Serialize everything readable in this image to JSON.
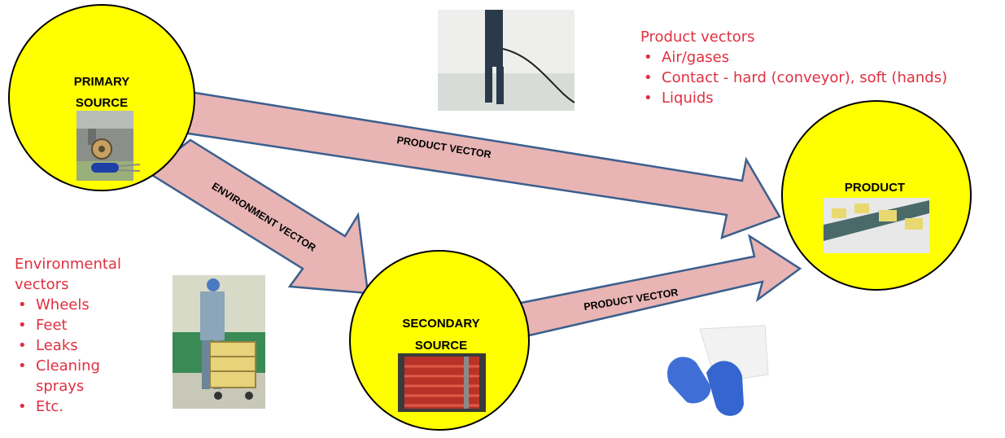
{
  "nodes": {
    "primary": {
      "line1": "PRIMARY",
      "line2": "SOURCE"
    },
    "secondary": {
      "line1": "SECONDARY",
      "line2": "SOURCE"
    },
    "product": {
      "label": "PRODUCT"
    }
  },
  "arrows": {
    "product_vector_top": "PRODUCT VECTOR",
    "environment_vector": "ENVIRONMENT VECTOR",
    "product_vector_bottom": "PRODUCT VECTOR"
  },
  "product_vectors": {
    "title": "Product vectors",
    "items": [
      "Air/gases",
      "Contact - hard (conveyor), soft (hands)",
      "Liquids"
    ]
  },
  "environmental_vectors": {
    "title_line1": "Environmental",
    "title_line2": "vectors",
    "items": [
      "Wheels",
      "Feet",
      "Leaks",
      "Cleaning",
      "Etc."
    ],
    "item_cont": "sprays"
  },
  "colors": {
    "node_fill": "#ffff00",
    "arrow_fill": "#e8b4b4",
    "arrow_stroke": "#3a5f8e",
    "accent_text": "#e03040"
  }
}
